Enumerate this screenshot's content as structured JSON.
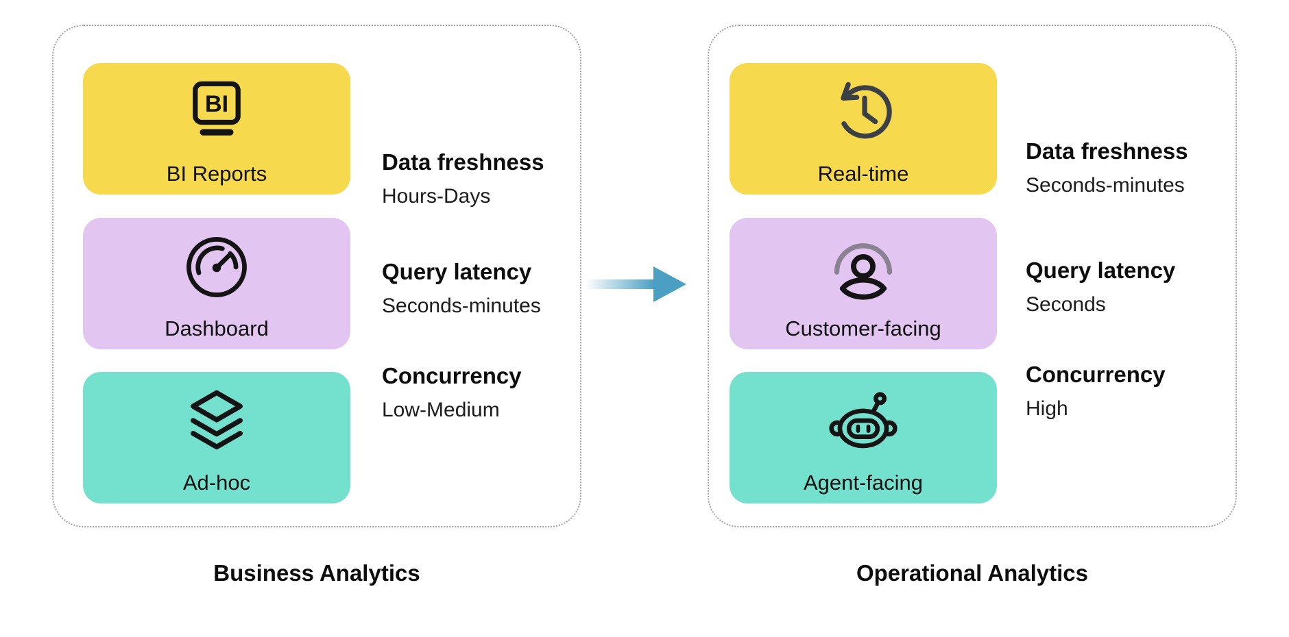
{
  "panels": [
    {
      "id": "business",
      "title": "Business Analytics",
      "cards": [
        {
          "label": "BI Reports",
          "icon": "bi-monitor-icon",
          "icon_text": "BI",
          "color": "#F6D94C"
        },
        {
          "label": "Dashboard",
          "icon": "gauge-icon",
          "color": "#E2C5F1"
        },
        {
          "label": "Ad-hoc",
          "icon": "layers-icon",
          "color": "#73E1CE"
        }
      ],
      "metrics": [
        {
          "name": "Data freshness",
          "value": "Hours-Days"
        },
        {
          "name": "Query latency",
          "value": "Seconds-minutes"
        },
        {
          "name": "Concurrency",
          "value": "Low-Medium"
        }
      ]
    },
    {
      "id": "operational",
      "title": "Operational Analytics",
      "cards": [
        {
          "label": "Real-time",
          "icon": "history-clock-icon",
          "color": "#F6D94C"
        },
        {
          "label": "Customer-facing",
          "icon": "customer-icon",
          "color": "#E2C5F1"
        },
        {
          "label": "Agent-facing",
          "icon": "robot-icon",
          "color": "#73E1CE"
        }
      ],
      "metrics": [
        {
          "name": "Data freshness",
          "value": "Seconds-minutes"
        },
        {
          "name": "Query latency",
          "value": "Seconds"
        },
        {
          "name": "Concurrency",
          "value": "High"
        }
      ]
    }
  ],
  "colors": {
    "yellow": "#F6D94C",
    "purple": "#E2C5F1",
    "teal": "#73E1CE",
    "arrow": "#4B9FC2",
    "icon_black": "#141414",
    "icon_charcoal": "#3B4046",
    "icon_gray_arc": "#8A8292",
    "dotted_border": "#9E9E9E",
    "text": "#0D0D0D"
  }
}
